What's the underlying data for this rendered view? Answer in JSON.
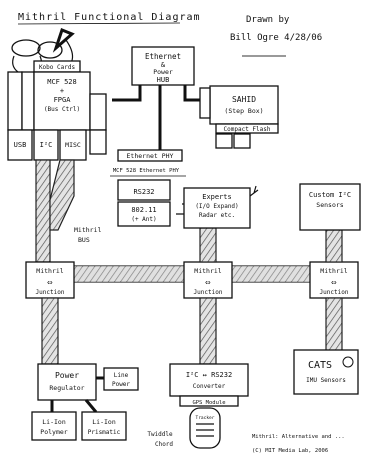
{
  "header": {
    "title": "Mithril Functional Diagram",
    "drawn_by_line1": "Drawn by",
    "drawn_by_line2": "Bill Ogre 4/28/06"
  },
  "nodes": {
    "ethernet_hub": [
      "Ethernet",
      "&",
      "Power",
      "HUB"
    ],
    "sahid": [
      "SAHID",
      "(Step Box)"
    ],
    "compact_flash": "Compact Flash",
    "kobo": "Kobo Cards",
    "mcu": [
      "MCF 528",
      "+",
      "FPGA",
      "(Bus Ctrl)"
    ],
    "usb": "USB",
    "i2c": "I²C",
    "misc": "MISC",
    "ethernet_phy": "Ethernet PHY",
    "ethernet_subtitle": "MCF 528 Ethernet PHY",
    "rs232": "RS232",
    "wifi": [
      "802.11",
      "(+ Ant)"
    ],
    "mithril_bus_label": [
      "Mithril",
      "BUS"
    ],
    "expansion": [
      "Experts",
      "(I/O Expand)",
      "Radar etc."
    ],
    "i2c_sensors": [
      "Custom I²C",
      "Sensors"
    ],
    "junction_left": [
      "Mithril",
      "Junction"
    ],
    "junction_mid": [
      "Mithril",
      "Junction"
    ],
    "junction_right": [
      "Mithril",
      "Junction"
    ],
    "power": [
      "Power",
      "Regulator"
    ],
    "lipo": [
      "Li-Ion",
      "Polymer"
    ],
    "li_ion_2": [
      "Li-Ion",
      "Prismatic"
    ],
    "line_power": [
      "Line",
      "Power"
    ],
    "i2c_rs232": [
      "I²C ↔ RS232",
      "Converter"
    ],
    "gps_module": [
      "GPS Module",
      "Tracker"
    ],
    "cats": [
      "CATS",
      "IMU Sensors"
    ],
    "twiddle": [
      "Twiddle",
      "Chord"
    ]
  },
  "footer": {
    "line1": "Mithril: Alternative and ...",
    "line2": "(C) MIT Media Lab, 2006"
  }
}
